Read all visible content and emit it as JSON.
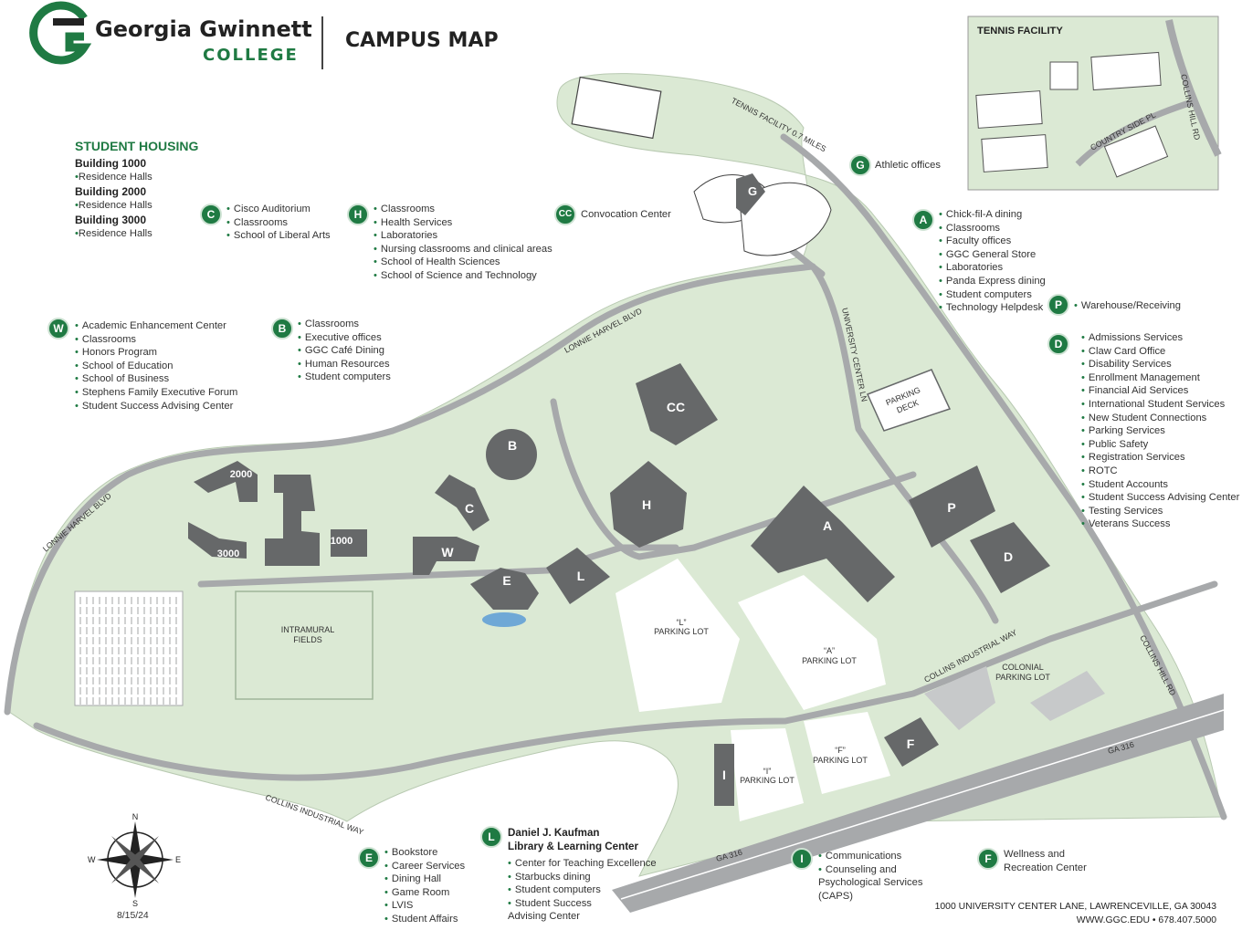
{
  "header": {
    "name_line1": "Georgia Gwinnett",
    "name_line2": "COLLEGE",
    "title": "CAMPUS MAP"
  },
  "colors": {
    "campus_green": "#dbe9d4",
    "building_gray": "#666869",
    "road_gray": "#a7a9ab",
    "brand_green": "#1f7a43"
  },
  "student_housing": {
    "title": "STUDENT HOUSING",
    "buildings": [
      {
        "name": "Building 1000",
        "item": "Residence Halls"
      },
      {
        "name": "Building 2000",
        "item": "Residence Halls"
      },
      {
        "name": "Building 3000",
        "item": "Residence Halls"
      }
    ]
  },
  "legend": {
    "C": {
      "letter": "C",
      "items": [
        "Cisco Auditorium",
        "Classrooms",
        "School of Liberal Arts"
      ]
    },
    "H": {
      "letter": "H",
      "items": [
        "Classrooms",
        "Health Services",
        "Laboratories",
        "Nursing classrooms and clinical areas",
        "School of Health Sciences",
        "School of Science and Technology"
      ]
    },
    "CC": {
      "letter": "CC",
      "items": [
        "Convocation Center"
      ]
    },
    "G": {
      "letter": "G",
      "items": [
        "Athletic offices"
      ]
    },
    "A": {
      "letter": "A",
      "items": [
        "Chick-fil-A dining",
        "Classrooms",
        "Faculty offices",
        "GGC General Store",
        "Laboratories",
        "Panda Express dining",
        "Student computers",
        "Technology Helpdesk"
      ]
    },
    "P": {
      "letter": "P",
      "items": [
        "Warehouse/Receiving"
      ]
    },
    "D": {
      "letter": "D",
      "items": [
        "Admissions Services",
        "Claw Card Office",
        "Disability Services",
        "Enrollment Management",
        "Financial Aid Services",
        "International Student Services",
        "New Student Connections",
        "Parking Services",
        "Public Safety",
        "Registration Services",
        "ROTC",
        "Student Accounts",
        "Student Success Advising Center",
        "Testing Services",
        "Veterans Success"
      ]
    },
    "W": {
      "letter": "W",
      "items": [
        "Academic Enhancement Center",
        "Classrooms",
        "Honors Program",
        "School of Education",
        "School of Business",
        "Stephens Family Executive Forum",
        "Student Success Advising Center"
      ]
    },
    "B": {
      "letter": "B",
      "items": [
        "Classrooms",
        "Executive offices",
        "GGC Café Dining",
        "Human Resources",
        "Student computers"
      ]
    },
    "E": {
      "letter": "E",
      "items": [
        "Bookstore",
        "Career Services",
        "Dining Hall",
        "Game Room",
        "LVIS",
        "Student Affairs"
      ]
    },
    "L": {
      "letter": "L",
      "title_line1": "Daniel J. Kaufman",
      "title_line2": "Library & Learning Center",
      "items": [
        "Center for Teaching Excellence",
        "Starbucks dining",
        "Student computers",
        "Student Success Advising Center"
      ]
    },
    "I": {
      "letter": "I",
      "items": [
        "Communications",
        "Counseling and Psychological Services (CAPS)"
      ]
    },
    "F": {
      "letter": "F",
      "items": [
        "Wellness and Recreation Center"
      ]
    }
  },
  "map": {
    "buildings": [
      "CC",
      "B",
      "C",
      "H",
      "W",
      "E",
      "L",
      "A",
      "P",
      "D",
      "F",
      "I",
      "G",
      "2000",
      "3000",
      "1000"
    ],
    "roads": [
      "LONNIE HARVEL BLVD",
      "LONNIE HARVEL BLVD",
      "UNIVERSITY CENTER LN",
      "COLLINS INDUSTRIAL WAY",
      "COLLINS INDUSTRIAL WAY",
      "COLLINS HILL RD",
      "GA 316",
      "GA 316",
      "TENNIS FACILITY 0.7 MILES"
    ],
    "lots": {
      "parking_deck_1": "PARKING",
      "parking_deck_2": "DECK",
      "l_lot_1": "“L”",
      "l_lot_2": "PARKING LOT",
      "a_lot_1": "“A”",
      "a_lot_2": "PARKING LOT",
      "f_lot_1": "“F”",
      "f_lot_2": "PARKING LOT",
      "i_lot_1": "“I”",
      "i_lot_2": "PARKING LOT",
      "colonial_1": "COLONIAL",
      "colonial_2": "PARKING LOT",
      "intramural_1": "INTRAMURAL",
      "intramural_2": "FIELDS"
    },
    "compass": {
      "n": "N",
      "s": "S",
      "e": "E",
      "w": "W"
    }
  },
  "tennis_inset": {
    "title": "TENNIS FACILITY",
    "roads": [
      "COUNTRY SIDE PL",
      "COLLINS HILL RD"
    ]
  },
  "footer": {
    "address": "1000 UNIVERSITY CENTER LANE, LAWRENCEVILLE, GA 30043",
    "contact": "WWW.GGC.EDU  •  678.407.5000",
    "date": "8/15/24"
  }
}
